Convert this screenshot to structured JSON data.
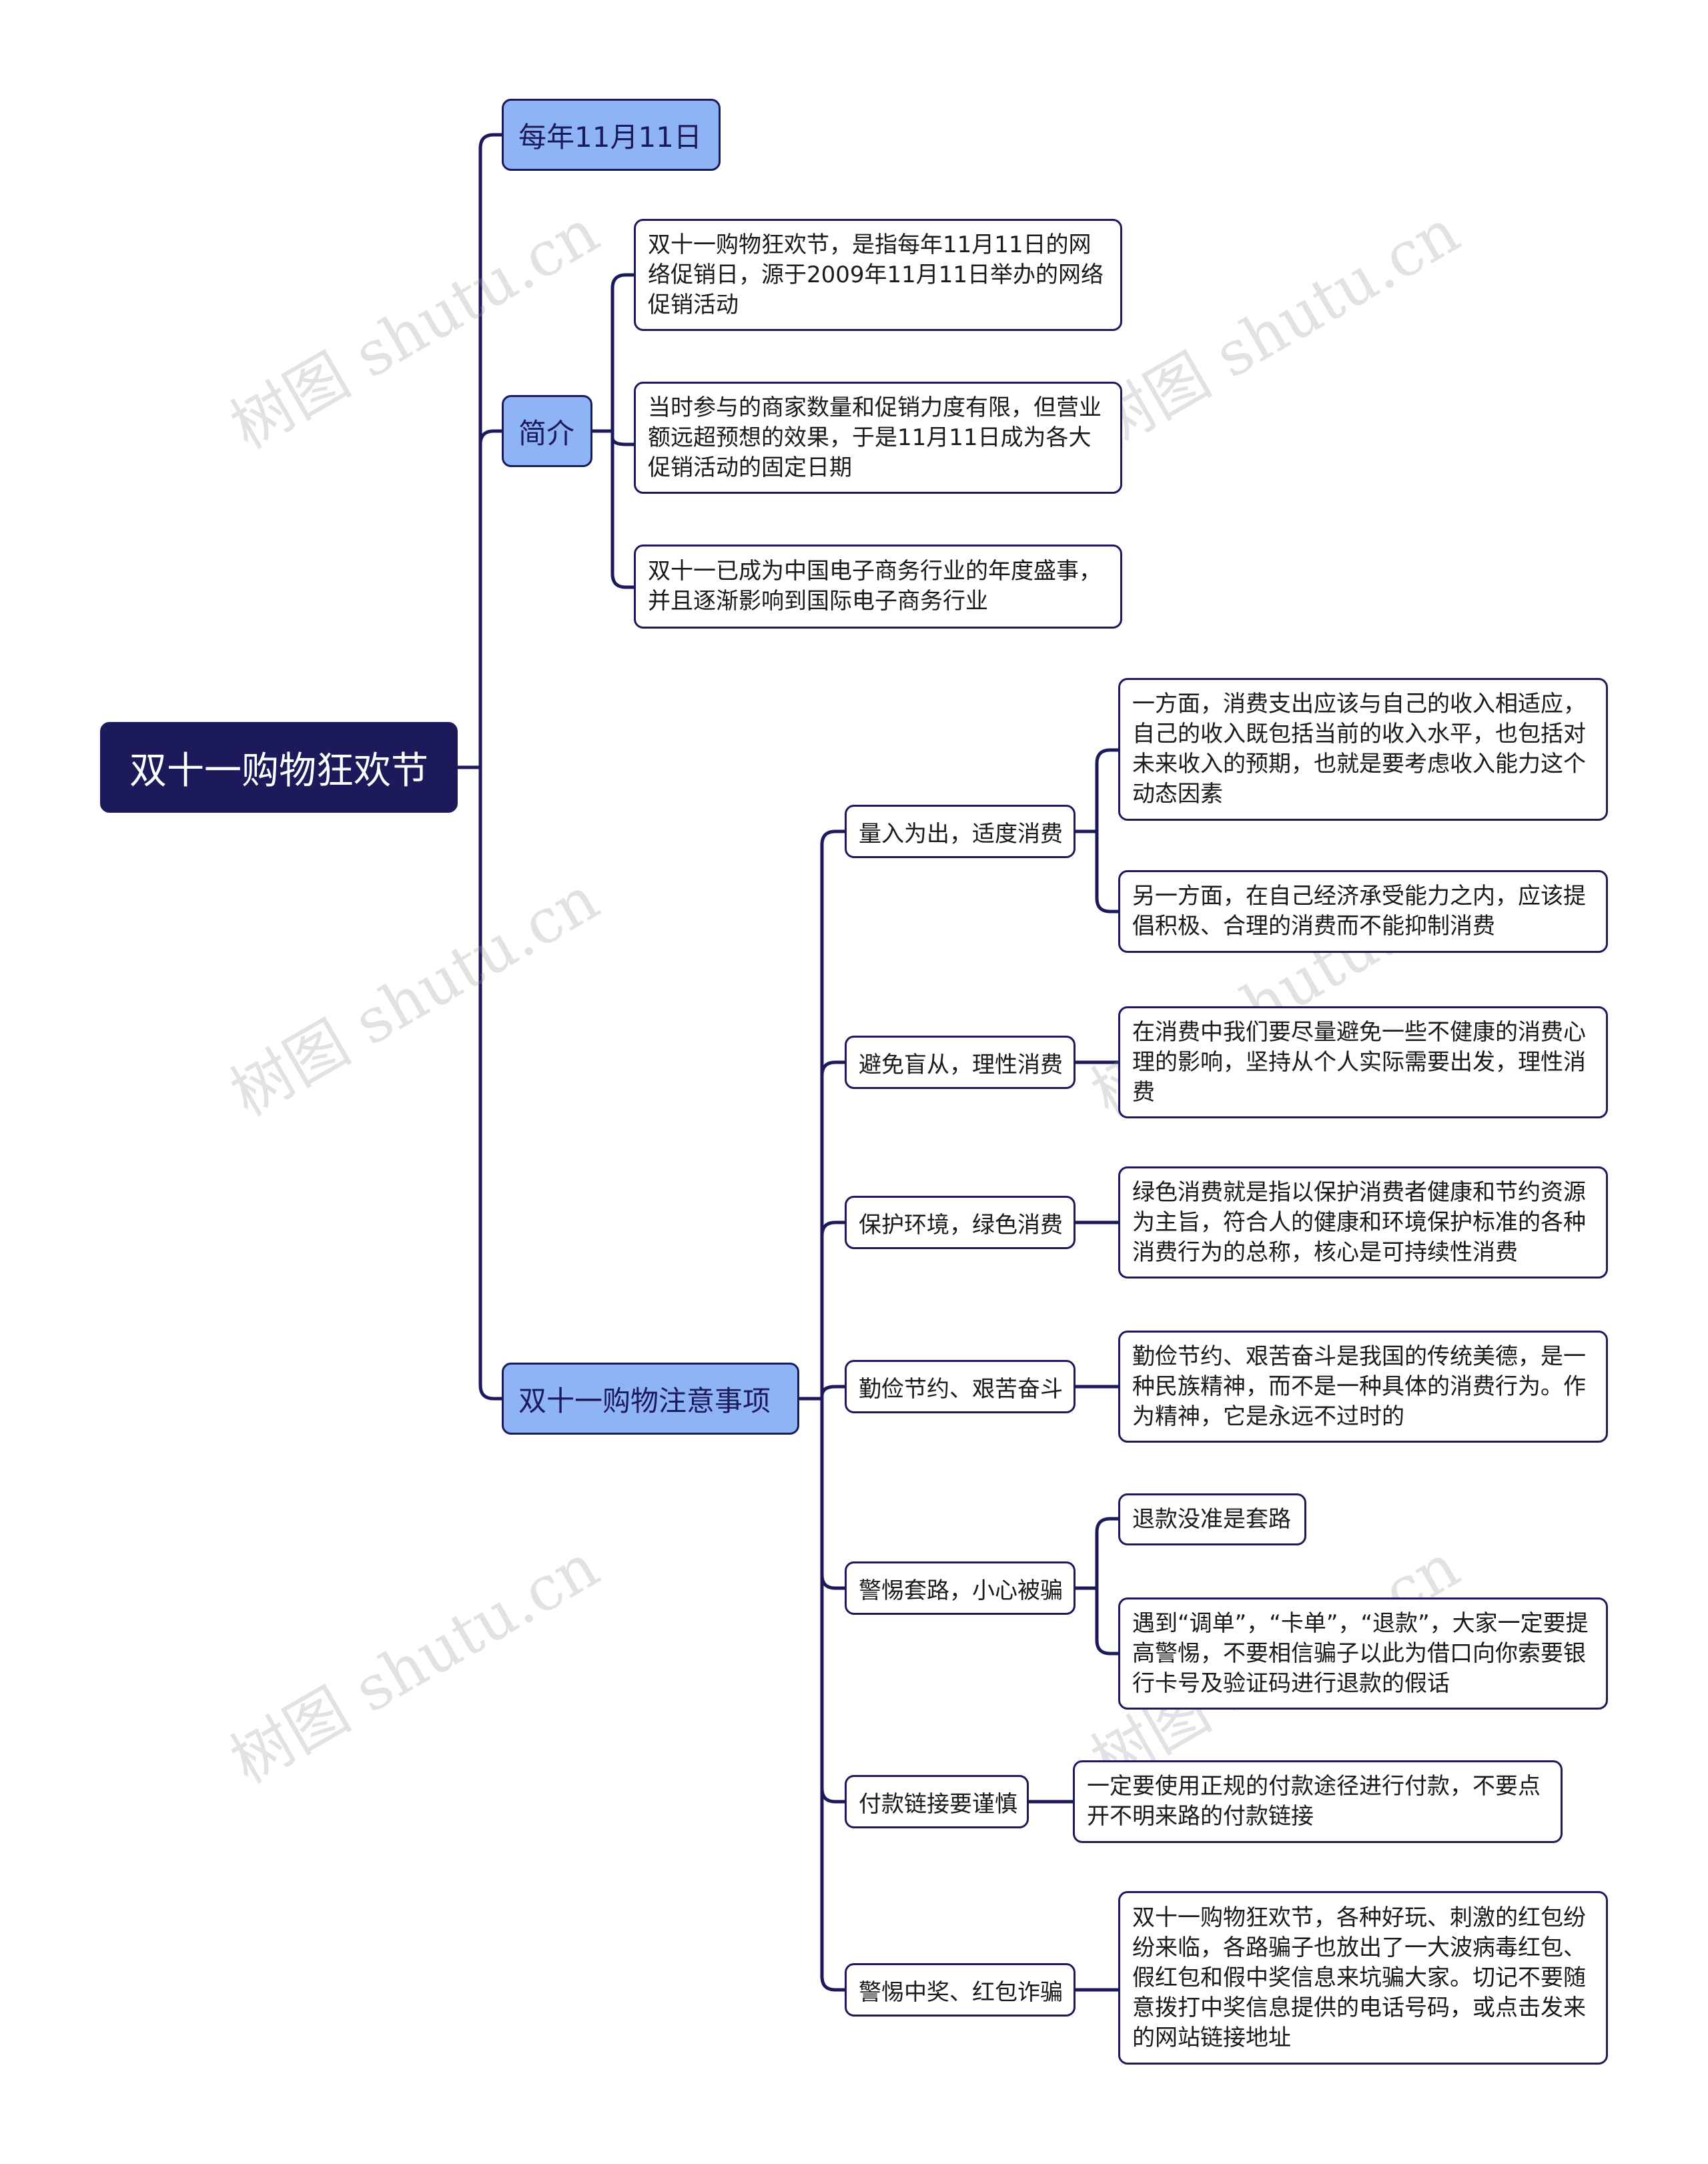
{
  "root": {
    "label": "双十一购物狂欢节"
  },
  "branches": {
    "date": {
      "label": "每年11月11日"
    },
    "intro": {
      "label": "简介",
      "items": [
        "双十一购物狂欢节，是指每年11月11日的网络促销日，源于2009年11月11日举办的网络促销活动",
        "当时参与的商家数量和促销力度有限，但营业额远超预想的效果，于是11月11日成为各大促销活动的固定日期",
        "双十一已成为中国电子商务行业的年度盛事，并且逐渐影响到国际电子商务行业"
      ]
    },
    "notes": {
      "label": "双十一购物注意事项",
      "topics": [
        {
          "label": "量入为出，适度消费",
          "items": [
            "一方面，消费支出应该与自己的收入相适应，自己的收入既包括当前的收入水平，也包括对未来收入的预期，也就是要考虑收入能力这个动态因素",
            "另一方面，在自己经济承受能力之内，应该提倡积极、合理的消费而不能抑制消费"
          ]
        },
        {
          "label": "避免盲从，理性消费",
          "items": [
            "在消费中我们要尽量避免一些不健康的消费心理的影响，坚持从个人实际需要出发，理性消费"
          ]
        },
        {
          "label": "保护环境，绿色消费",
          "items": [
            "绿色消费就是指以保护消费者健康和节约资源为主旨，符合人的健康和环境保护标准的各种消费行为的总称，核心是可持续性消费"
          ]
        },
        {
          "label": "勤俭节约、艰苦奋斗",
          "items": [
            "勤俭节约、艰苦奋斗是我国的传统美德，是一种民族精神，而不是一种具体的消费行为。作为精神，它是永远不过时的"
          ]
        },
        {
          "label": "警惕套路，小心被骗",
          "items": [
            "退款没准是套路",
            "遇到“调单”，“卡单”，“退款”，大家一定要提高警惕，不要相信骗子以此为借口向你索要银行卡号及验证码进行退款的假话"
          ]
        },
        {
          "label": "付款链接要谨慎",
          "items": [
            "一定要使用正规的付款途径进行付款，不要点开不明来路的付款链接"
          ]
        },
        {
          "label": "警惕中奖、红包诈骗",
          "items": [
            "双十一购物狂欢节，各种好玩、刺激的红包纷纷来临，各路骗子也放出了一大波病毒红包、假红包和假中奖信息来坑骗大家。切记不要随意拨打中奖信息提供的电话号码，或点击发来的网站链接地址"
          ]
        }
      ]
    }
  },
  "watermark": "树图 shutu.cn",
  "colors": {
    "line": "#1c1a5a",
    "root_bg": "#1c1a5a",
    "l1_bg": "#8fb4f6"
  }
}
